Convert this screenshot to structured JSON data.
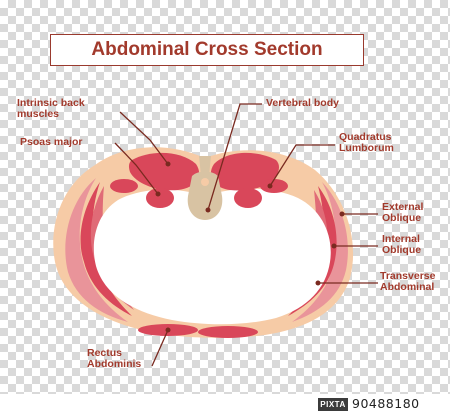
{
  "title": "Abdominal Cross Section",
  "labels": {
    "intrinsic_back_muscles": [
      "Intrinsic back",
      "muscles"
    ],
    "psoas_major": "Psoas major",
    "vertebral_body": "Vertebral body",
    "quadratus_lumborum": [
      "Quadratus",
      "Lumborum"
    ],
    "external_oblique": [
      "External",
      "Oblique"
    ],
    "internal_oblique": [
      "Internal",
      "Oblique"
    ],
    "transverse_abdominal": [
      "Transverse",
      "Abdominal"
    ],
    "rectus_abdominis": [
      "Rectus",
      "Abdominis"
    ]
  },
  "stock": {
    "logo_text": "PIXTA",
    "image_id": "90488180"
  },
  "colors": {
    "label": "#a23a2c",
    "leader": "#7a2a20",
    "fat": "#f6cba6",
    "muscle": "#d9475a",
    "muscle_light": "#eea0a5",
    "bone": "#d8c3a3",
    "cavity": "#ffffff"
  }
}
